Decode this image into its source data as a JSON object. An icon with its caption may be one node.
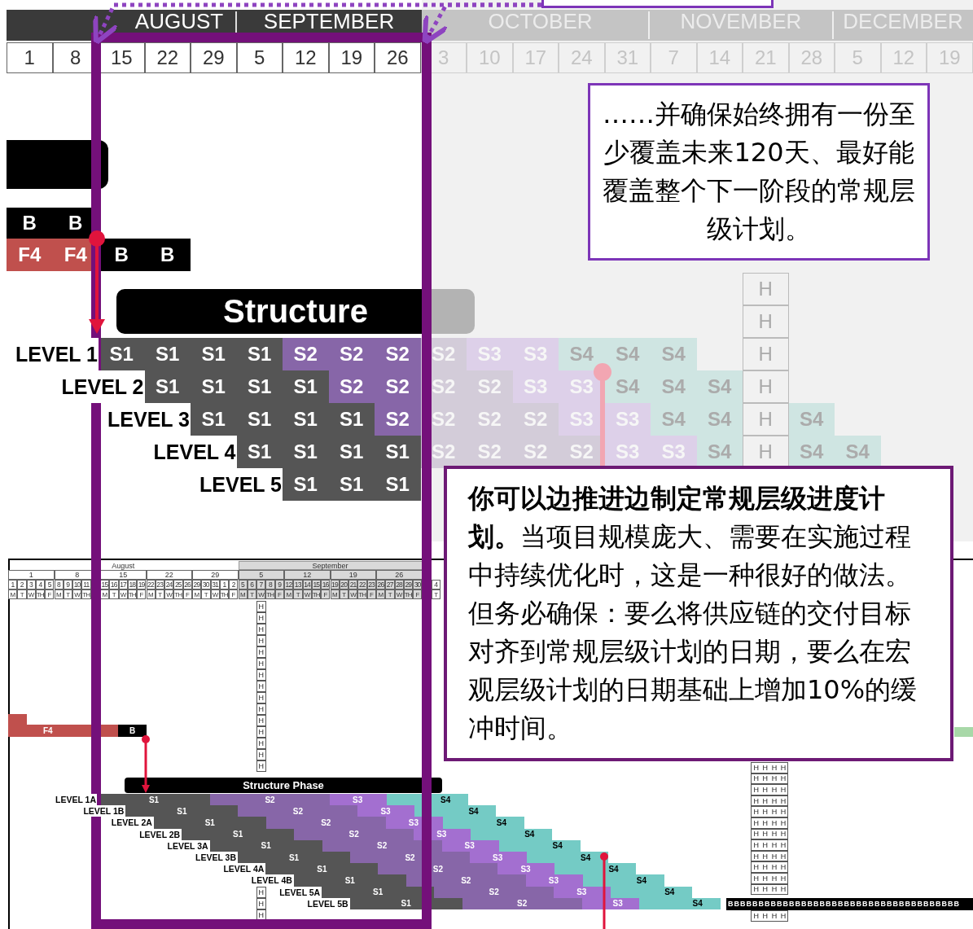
{
  "diagram": {
    "nodes": [
      {
        "text": [
          "……并确保始终拥有一份至少覆盖未来120天、最好能覆盖整个下一阶段的常规层级计划。"
        ]
      },
      {
        "text": [
          "**你可以边推进边制定常规层级进度计划。**当项目规模庞大、需要在实施过程中持续优化时，这是一种很好的做法。但务必确保：要么将供应链的交付目标对齐到常规层级计划的日期，要么在宏观层级计划的日期基础上增加10%的缓冲时间。"
        ]
      },
      {
        "text": [],
        "shape": "box"
      },
      {
        "text": [],
        "shape": "box"
      },
      {
        "text": [],
        "shape": "bar"
      }
    ],
    "edges": [
      {
        "from": 2,
        "to": 3,
        "arrow": "to",
        "style": "dashed"
      },
      {
        "from": 2,
        "to": 3,
        "arrow": "to",
        "style": "dashed"
      }
    ],
    "labels": [
      "AUGUST",
      "SEPTEMBER",
      "OCTOBER",
      "NOVEMBER",
      "DECEMBER",
      "1",
      "8",
      "15",
      "22",
      "29",
      "5",
      "12",
      "19",
      "26",
      "3",
      "10",
      "17",
      "24",
      "31",
      "7",
      "14",
      "21",
      "28",
      "5",
      "12",
      "19",
      "B",
      "B",
      "F4",
      "F4",
      "B",
      "B",
      "Structure",
      "H",
      "H",
      "H",
      "H",
      "H",
      "H",
      "LEVEL 1",
      "S1",
      "S1",
      "S1",
      "S1",
      "S2",
      "S2",
      "S2",
      "S2",
      "S3",
      "S3",
      "S4",
      "S4",
      "S4",
      "LEVEL 2",
      "S1",
      "S1",
      "S1",
      "S1",
      "S2",
      "S2",
      "S2",
      "S2",
      "S3",
      "S3",
      "S4",
      "S4",
      "S4",
      "LEVEL 3",
      "S1",
      "S1",
      "S1",
      "S1",
      "S2",
      "S2",
      "S2",
      "S2",
      "S3",
      "S3",
      "S4",
      "S4",
      "S4",
      "LEVEL 4",
      "S1",
      "S1",
      "S1",
      "S1",
      "S2",
      "S2",
      "S2",
      "S2",
      "S3",
      "S3",
      "S4",
      "S4",
      "S4",
      "LEVEL 5",
      "S1",
      "S1",
      "S1",
      "August",
      "September",
      "1",
      "8",
      "15",
      "22",
      "29",
      "5",
      "12",
      "19",
      "26",
      "1",
      "2",
      "3",
      "4",
      "5",
      "8",
      "9",
      "10",
      "11",
      "15",
      "16",
      "17",
      "18",
      "19",
      "22",
      "23",
      "24",
      "25",
      "26",
      "29",
      "30",
      "31",
      "1",
      "2",
      "5",
      "6",
      "7",
      "8",
      "9",
      "12",
      "13",
      "14",
      "15",
      "16",
      "19",
      "20",
      "21",
      "22",
      "23",
      "26",
      "27",
      "28",
      "29",
      "30",
      "4",
      "M",
      "T",
      "W",
      "TH",
      "F",
      "M",
      "T",
      "W",
      "TH",
      "M",
      "T",
      "W",
      "TH",
      "F",
      "M",
      "T",
      "W",
      "TH",
      "F",
      "M",
      "T",
      "W",
      "TH",
      "F",
      "M",
      "T",
      "W",
      "TH",
      "F",
      "M",
      "T",
      "W",
      "TH",
      "F",
      "M",
      "T",
      "W",
      "TH",
      "F",
      "M",
      "T",
      "W",
      "TH",
      "F",
      "T",
      "H",
      "H",
      "H",
      "H",
      "H",
      "H",
      "H",
      "H",
      "H",
      "H",
      "H",
      "H",
      "H",
      "H",
      "H",
      "F4",
      "B",
      "Structure Phase",
      "LEVEL 1A",
      "S1",
      "S2",
      "S3",
      "S4",
      "LEVEL 1B",
      "S1",
      "S2",
      "S3",
      "S4",
      "LEVEL 2A",
      "S1",
      "S2",
      "S3",
      "S4",
      "LEVEL 2B",
      "S1",
      "S2",
      "S3",
      "S4",
      "LEVEL 3A",
      "S1",
      "S2",
      "S3",
      "S4",
      "LEVEL 3B",
      "S1",
      "S2",
      "S3",
      "S4",
      "LEVEL 4A",
      "S1",
      "S2",
      "S3",
      "S4",
      "LEVEL 4B",
      "S1",
      "S2",
      "S3",
      "S4",
      "LEVEL 5A",
      "S1",
      "S2",
      "S3",
      "S4",
      "LEVEL 5B",
      "S1",
      "S2",
      "S3",
      "S4",
      "H",
      "H",
      "H",
      "BBBBBBBBBBBBBBBBBBBBBBBBBBBBBBBBBBBBBB",
      "HHHH",
      "HHHH",
      "HHHH",
      "HHHH",
      "HHHH",
      "HHHH",
      "HHHH",
      "HHHH",
      "HHHH",
      "HHHH",
      "HHHH",
      "HHHH",
      "HHHH"
    ]
  }
}
